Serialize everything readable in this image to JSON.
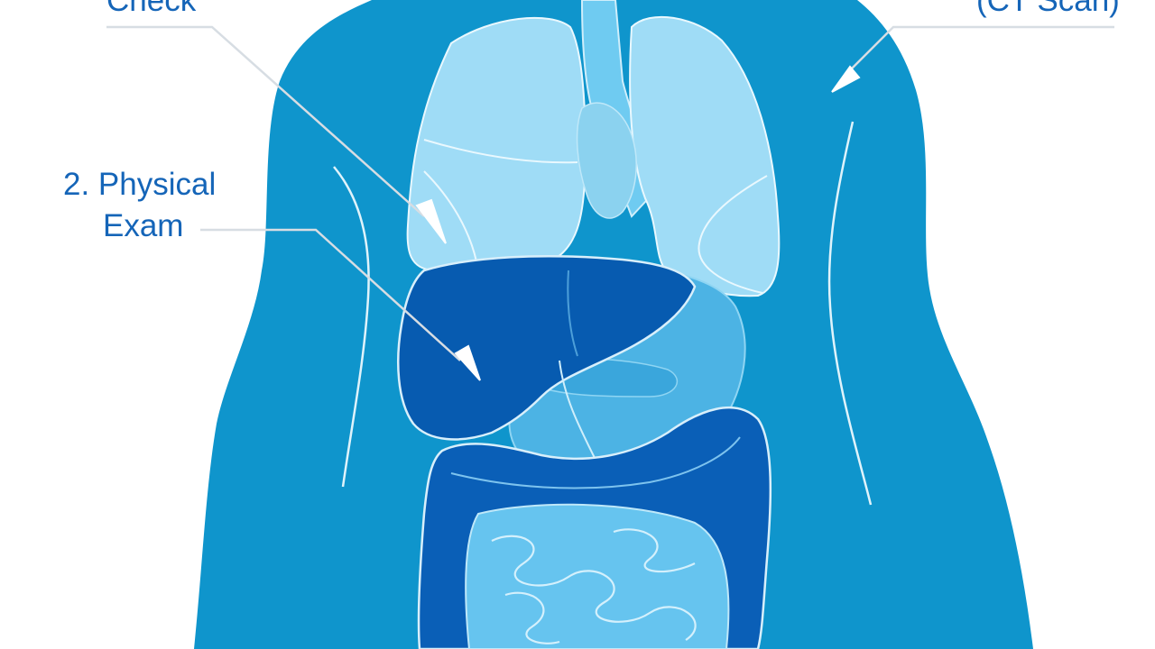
{
  "labels": {
    "top_left": "Check",
    "physical_line1": "2. Physical",
    "physical_line2": "Exam",
    "top_right": "(CT Scan)"
  },
  "icons": {
    "pointer_1": "pointer-needle-icon",
    "pointer_2": "pointer-needle-icon",
    "pointer_3": "pointer-needle-icon"
  },
  "colors": {
    "body": "#0f95cc",
    "lungs": "#9fdcf6",
    "liver": "#075bb0",
    "stomach": "#4cb3e4",
    "large_intestine": "#0a5fb7",
    "small_intestine": "#66c4ef",
    "label_text": "#1565b8",
    "leader_lines": "#d7dde3"
  }
}
